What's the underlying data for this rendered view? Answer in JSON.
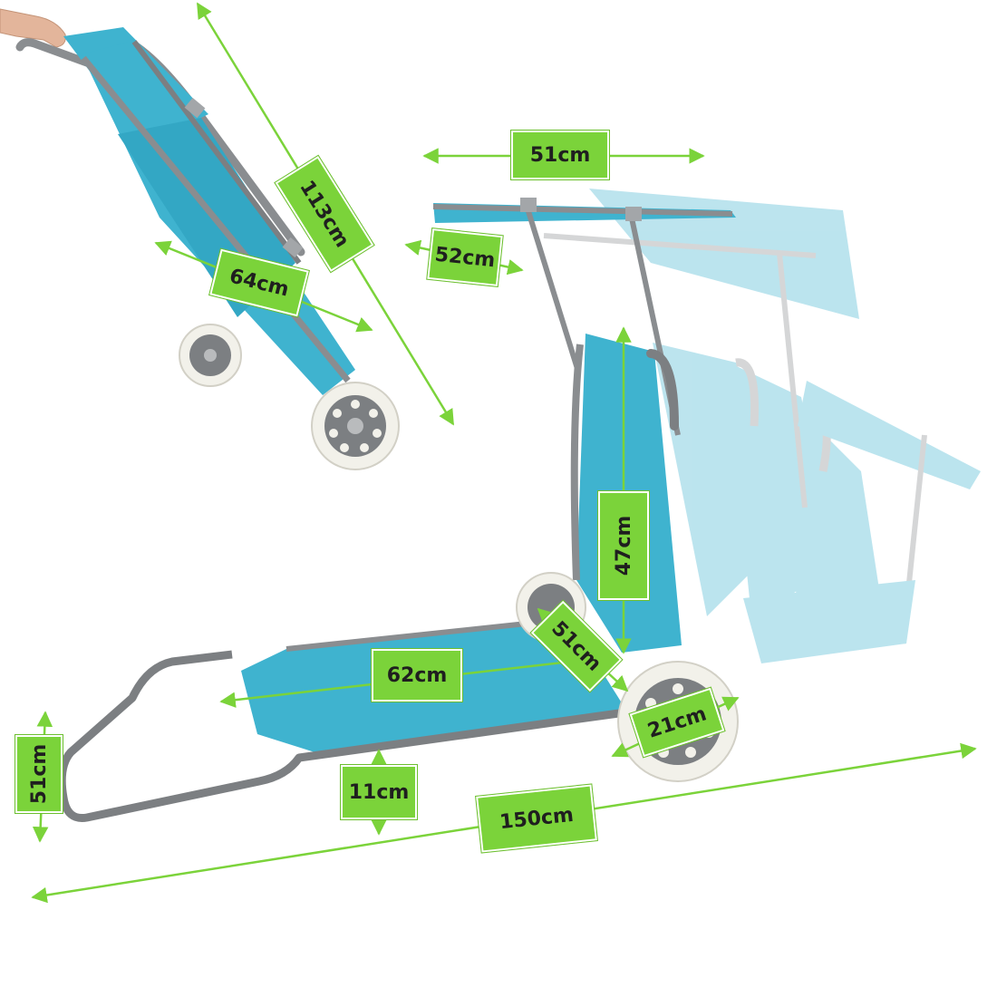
{
  "colors": {
    "fabric": "#3fb3cf",
    "fabric_dark": "#2a98b4",
    "frame": "#8a8d90",
    "wheel_tire": "#f2f1ea",
    "wheel_hub": "#7c7f82",
    "dimension_line": "#7bd33a",
    "label_bg": "#7bd33a"
  },
  "dimensions": {
    "folded_height": "113cm",
    "folded_width": "64cm",
    "canopy_width": "51cm",
    "canopy_depth": "52cm",
    "backrest_height": "47cm",
    "seat_width": "51cm",
    "seat_length": "62cm",
    "wheel_diameter": "21cm",
    "front_height": "51cm",
    "ground_clearance": "11cm",
    "total_length": "150cm"
  }
}
